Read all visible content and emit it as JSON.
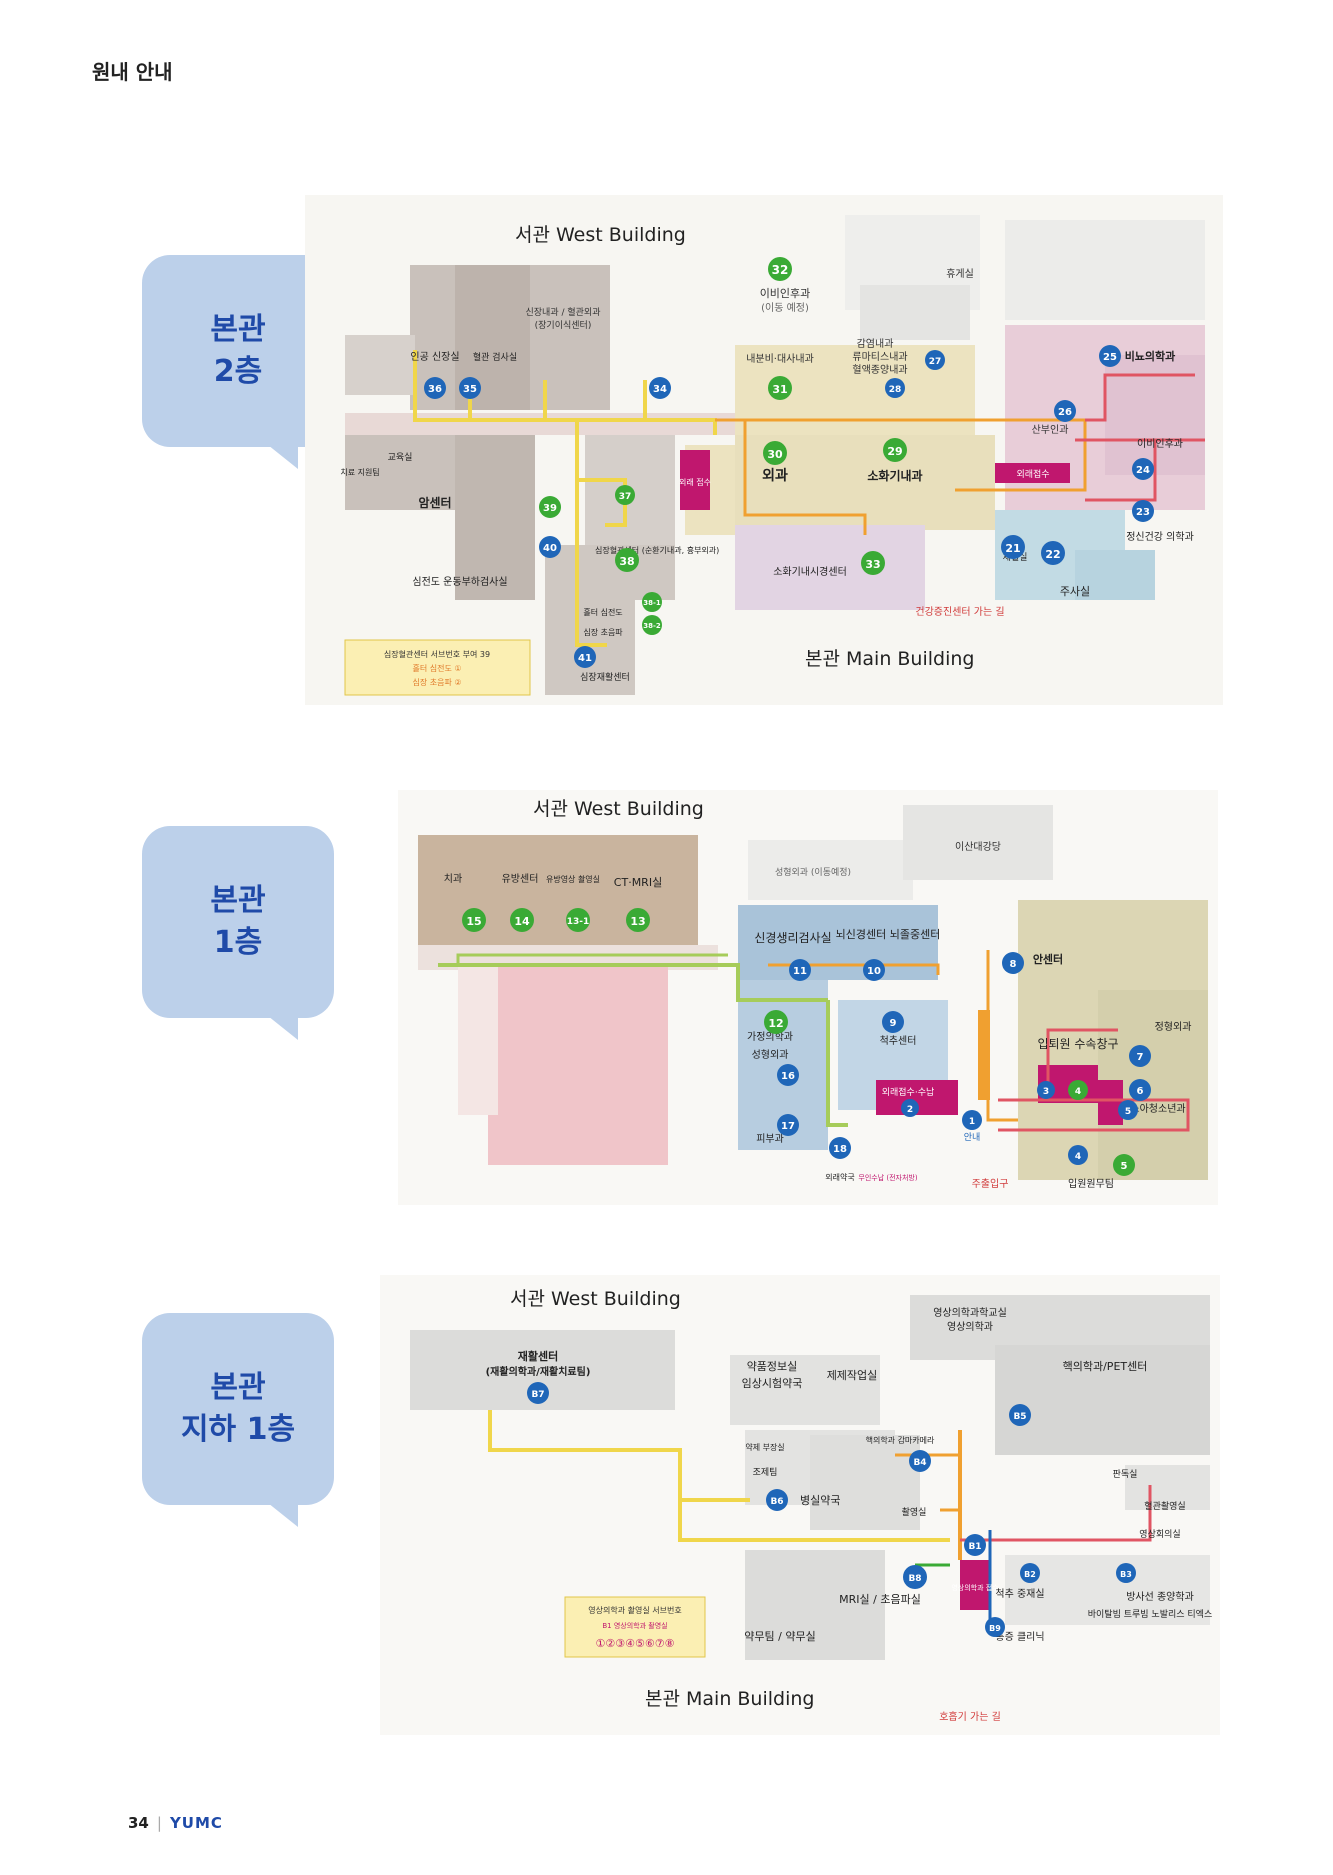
{
  "header": {
    "section_title": "원내 안내"
  },
  "floors": [
    {
      "id": "f2",
      "tag_lines": [
        "본관",
        "2층"
      ]
    },
    {
      "id": "f1",
      "tag_lines": [
        "본관",
        "1층"
      ]
    },
    {
      "id": "b1",
      "tag_lines": [
        "본관",
        "지하 1층"
      ]
    }
  ],
  "labels": {
    "west_building": "서관 West Building",
    "main_building": "본관 Main Building"
  },
  "floor2": {
    "rooms": {
      "cardio_surgery": "신장내과 / 혈관외과",
      "organ_transplant": "(장기이식센터)",
      "artificial_kidney": "인공 신장실",
      "blood_purification": "혈관 검사실",
      "ent": "이비인후과",
      "ent_note": "(이동 예정)",
      "endocrine": "내분비·대사내과",
      "infectious": "감염내과",
      "rheumatology": "류마티스내과",
      "hemato_oncology": "혈액종양내과",
      "surgery": "외과",
      "gastro": "소화기내과",
      "obgyn": "산부인과",
      "urology": "비뇨의학과",
      "ent2": "이비인후과",
      "psychiatry": "정신건강 의학과",
      "injection": "주사실",
      "cancer_center": "암센터",
      "ecg": "심전도 운동부하검사실",
      "cardio_center": "심장혈관센터 (순환기내과, 흉부외과)",
      "echo": "심장 초음파",
      "holter": "홀터 심전도",
      "cardiac_rehab": "심장재활센터",
      "gi_center": "소화기내시경센터",
      "health_checkup": "건강증진센터 가는 길",
      "outpatient_reception": "외래 접수",
      "outpatient_reception2": "외래접수",
      "lounge": "휴게실",
      "education": "교육실",
      "treatment": "치료 지원팀",
      "blood_draw": "채혈실",
      "legend": "심장혈관센터 서브번호 부여 39",
      "legend_1": "홀터 심전도 ①",
      "legend_2": "심장 초음파 ②"
    },
    "badges": [
      "32",
      "36",
      "35",
      "34",
      "31",
      "27",
      "28",
      "30",
      "29",
      "25",
      "26",
      "24",
      "23",
      "37",
      "39",
      "40",
      "38",
      "38-1",
      "38-2",
      "41",
      "33",
      "21",
      "22"
    ]
  },
  "floor1": {
    "rooms": {
      "dental": "치과",
      "breast": "유방센터",
      "breast_imaging": "유방영상 촬영실",
      "ct_mri": "CT·MRI실",
      "plastic": "성형외과 (이동예정)",
      "auditorium": "이산대강당",
      "neuro_lab": "신경생리검사실",
      "neuro_center": "뇌신경센터 뇌졸중센터",
      "eye": "안센터",
      "family": "가정의학과",
      "plastic2": "성형외과",
      "spine": "척추센터",
      "derm": "피부과",
      "outpatient": "외래접수·수납",
      "admission": "입퇴원 수속창구",
      "ortho": "정형외과",
      "pediatrics": "소아청소년과",
      "pharmacy": "외래약국",
      "main_entrance": "주출입구",
      "admission_office": "입원원무팀",
      "info": "안내",
      "night_desk": "무인수납 (전자처방)"
    },
    "badges": [
      "15",
      "14",
      "13-1",
      "13",
      "11",
      "10",
      "8",
      "12",
      "9",
      "16",
      "17",
      "2",
      "18",
      "1",
      "3",
      "4",
      "7",
      "6",
      "5",
      "4",
      "5"
    ]
  },
  "floorB1": {
    "rooms": {
      "rehab": "재활센터",
      "rehab_sub": "(재활의학과/재활치료팀)",
      "drug_info": "약품정보실",
      "clinical_pharm": "임상시험약국",
      "prep": "제제작업실",
      "radiology_edu": "영상의학과학교실",
      "radiology": "영상의학과",
      "nuclear": "핵의학과/PET센터",
      "drug_office": "약제 부장실",
      "prep_room": "조제팀",
      "ward_pharmacy": "병실약국",
      "nuclear_gamma": "핵의학과 감마카메라",
      "mri": "MRI실 / 초음파실",
      "pharmacy_team": "약무팀 / 약무실",
      "spine_xray": "척추 중재실",
      "xray": "촬영실",
      "reading": "판독실",
      "angio": "혈관촬영실",
      "conference": "영상회의실",
      "radiation": "방사선 종양학과",
      "proton": "바이탈빔 트루빔 노발리스 티엑스",
      "reception": "영상의학과 접수",
      "clinic": "통증 클리닉",
      "respiratory": "호흡기 가는 길",
      "legend": "영상의학과 촬영실 서브번호",
      "legend_b1": "B1 영상의학과 촬영실",
      "legend_nums": "①②③④⑤⑥⑦⑧"
    },
    "badges": [
      "B7",
      "B5",
      "B4",
      "B6",
      "B1",
      "B8",
      "B2",
      "B3",
      "B9"
    ]
  },
  "footer": {
    "page_number": "34",
    "logo": "YUMC"
  },
  "colors": {
    "tag_bg": "#bcd0ea",
    "tag_text": "#1f4aa8",
    "badge_green": "#3aaa35",
    "badge_blue": "#1f66b8",
    "route_yellow": "#f0d64a",
    "route_red": "#e05563",
    "route_orange": "#f0a030"
  }
}
